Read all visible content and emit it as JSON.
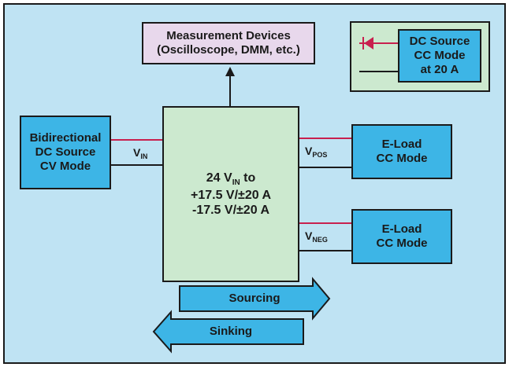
{
  "measurement": {
    "line1": "Measurement Devices",
    "line2": "(Oscilloscope, DMM, etc.)"
  },
  "legend": {
    "line1": "DC Source",
    "line2": "CC Mode",
    "line3": "at 20 A"
  },
  "source": {
    "line1": "Bidirectional",
    "line2": "DC Source",
    "line3": "CV Mode"
  },
  "converter": {
    "line1_pre": "24 V",
    "line1_sub": "IN",
    "line1_post": " to",
    "line2": "+17.5 V/±20 A",
    "line3": "-17.5 V/±20 A"
  },
  "vin": {
    "main": "V",
    "sub": "IN"
  },
  "vpos": {
    "main": "V",
    "sub": "POS"
  },
  "vneg": {
    "main": "V",
    "sub": "NEG"
  },
  "eload1": {
    "line1": "E-Load",
    "line2": "CC Mode"
  },
  "eload2": {
    "line1": "E-Load",
    "line2": "CC Mode"
  },
  "arrows": {
    "sourcing": "Sourcing",
    "sinking": "Sinking"
  },
  "colors": {
    "background": "#bfe3f3",
    "blue_box": "#3db5e6",
    "green_box": "#cce9cf",
    "lilac_box": "#e8d8ec",
    "positive_wire": "#c8204e",
    "negative_wire": "#1a1a1a"
  },
  "icons": {
    "legend_symbol": "diode-icon",
    "up_arrow": "arrow-up-icon",
    "right_arrow": "arrow-right-icon",
    "left_arrow": "arrow-left-icon"
  }
}
